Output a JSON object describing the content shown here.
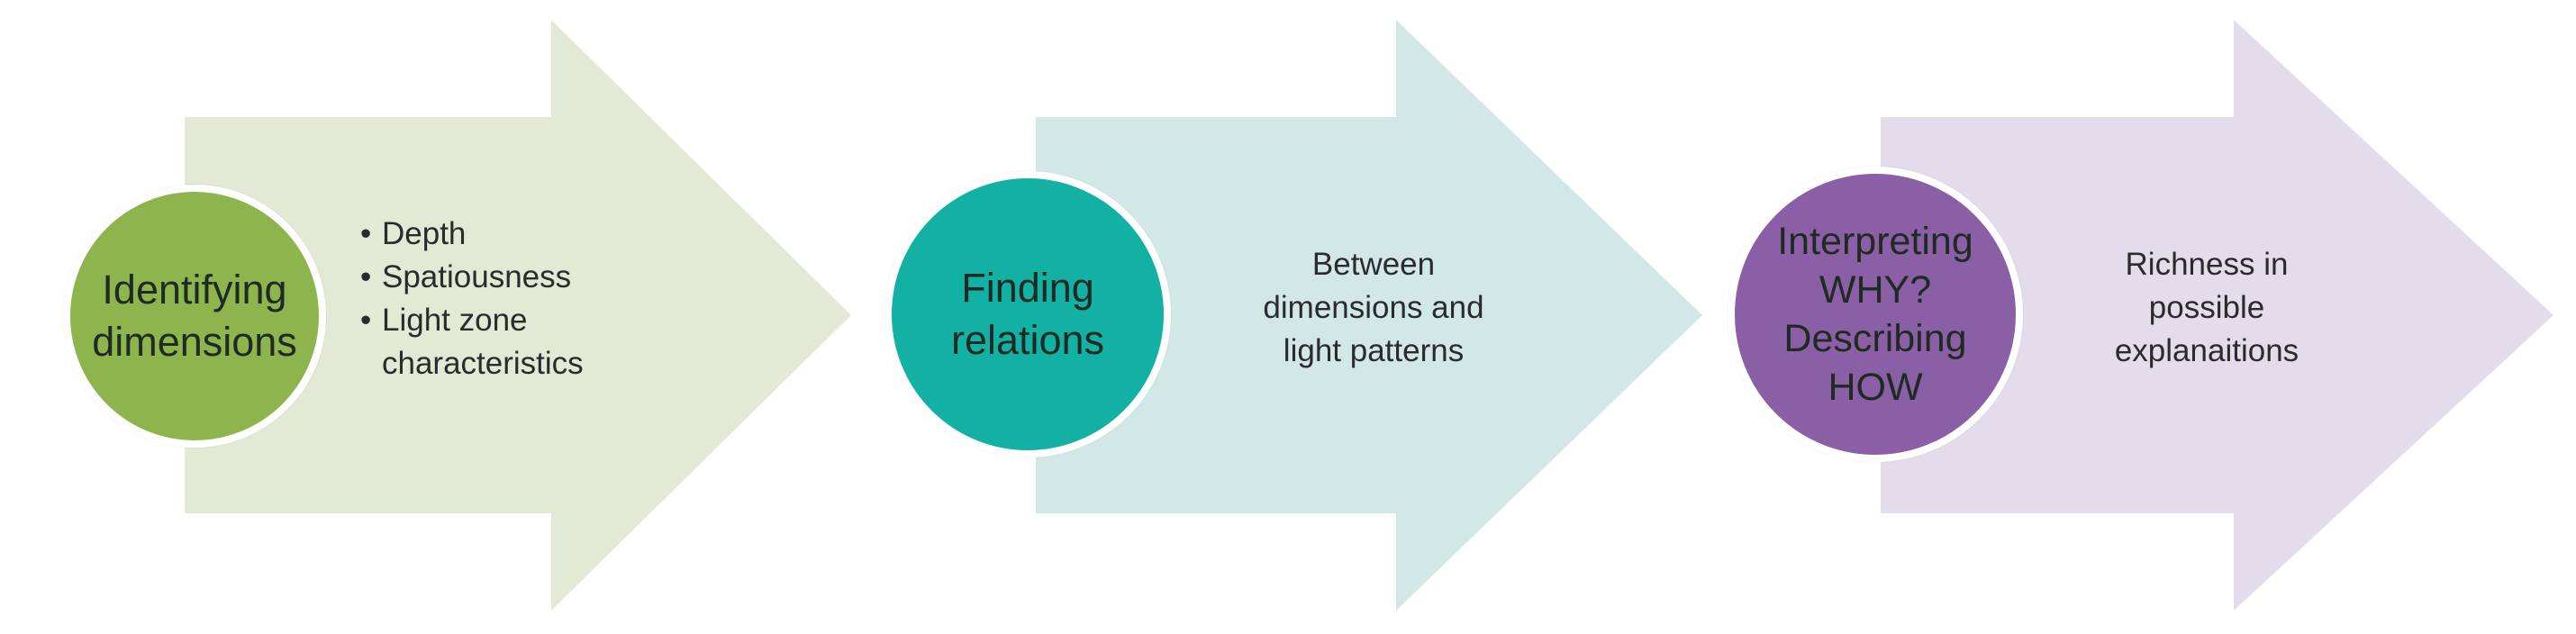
{
  "colors": {
    "arrow1": "#e2ead6",
    "arrow2": "#d2e8e6",
    "arrow3": "#e3dceb",
    "circle1": "#8eb44e",
    "circle2": "#13b1a3",
    "circle3": "#8a5fa6"
  },
  "steps": [
    {
      "circle_lines": [
        "Identifying",
        "dimensions"
      ],
      "bullets": [
        "Depth",
        "Spatiousness",
        "Light zone",
        "characteristics"
      ]
    },
    {
      "circle_lines": [
        "Finding",
        "relations"
      ],
      "desc_lines": [
        "Between",
        "dimensions and",
        "light patterns"
      ]
    },
    {
      "circle_lines": [
        "Interpreting",
        "WHY?",
        "Describing",
        "HOW"
      ],
      "desc_lines": [
        "Richness in",
        "possible",
        "explanaitions"
      ]
    }
  ]
}
